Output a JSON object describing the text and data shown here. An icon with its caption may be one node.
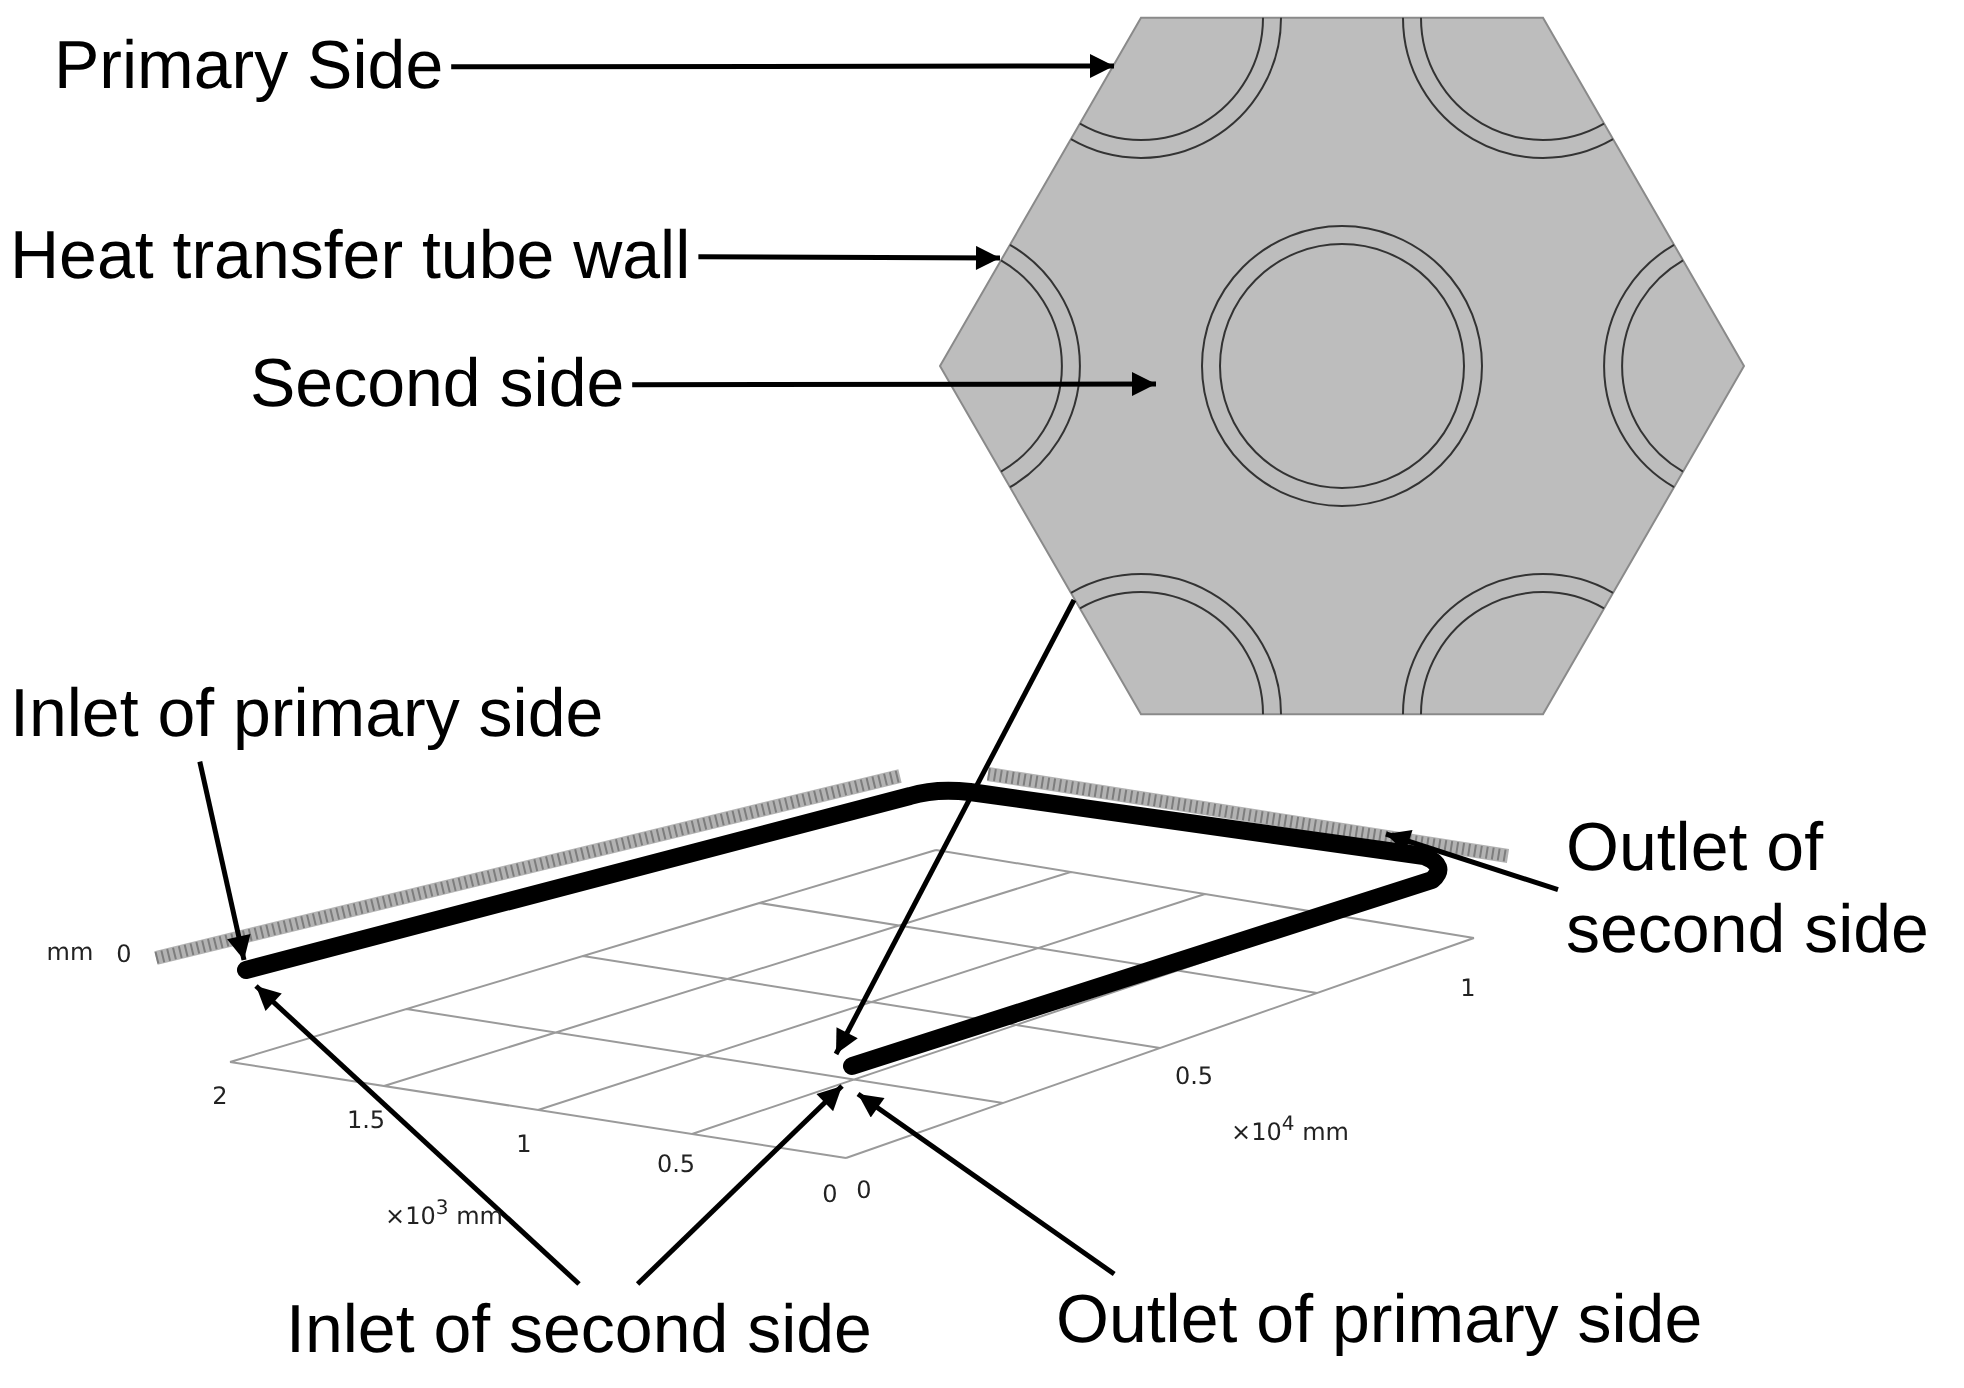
{
  "diagram": {
    "nodes": [
      {
        "text": [
          "Primary Side"
        ]
      },
      {
        "text": [
          "Heat transfer tube wall"
        ]
      },
      {
        "text": [
          "Second side"
        ]
      },
      {
        "text": [
          "Inlet of primary side"
        ]
      },
      {
        "text": [
          "Outlet of second side"
        ]
      },
      {
        "text": [
          "Inlet of second side"
        ]
      },
      {
        "text": [
          "Outlet of primary side"
        ]
      },
      {
        "text": [],
        "shape": "picture"
      },
      {
        "text": [],
        "shape": "line"
      }
    ],
    "edges": [
      {
        "from": 0,
        "to": 7,
        "arrow": "to"
      },
      {
        "from": 1,
        "to": 7,
        "arrow": "to"
      },
      {
        "from": 2,
        "to": 7,
        "arrow": "to"
      },
      {
        "from": 7,
        "to": 8,
        "arrow": "to"
      },
      {
        "from": 3,
        "to": 8,
        "arrow": "to"
      },
      {
        "from": 4,
        "to": 8,
        "arrow": "to"
      },
      {
        "from": 5,
        "to": 8,
        "arrow": "to"
      },
      {
        "from": 5,
        "to": 8,
        "arrow": "to"
      },
      {
        "from": 6,
        "to": 8,
        "arrow": "to"
      }
    ],
    "labels": [
      "mm",
      "0",
      "1",
      "0.5",
      "2",
      "1.5",
      "×10$^{4}$ mm",
      "1",
      "0.5",
      "0",
      "0",
      "×10$^{3}$ mm"
    ]
  }
}
